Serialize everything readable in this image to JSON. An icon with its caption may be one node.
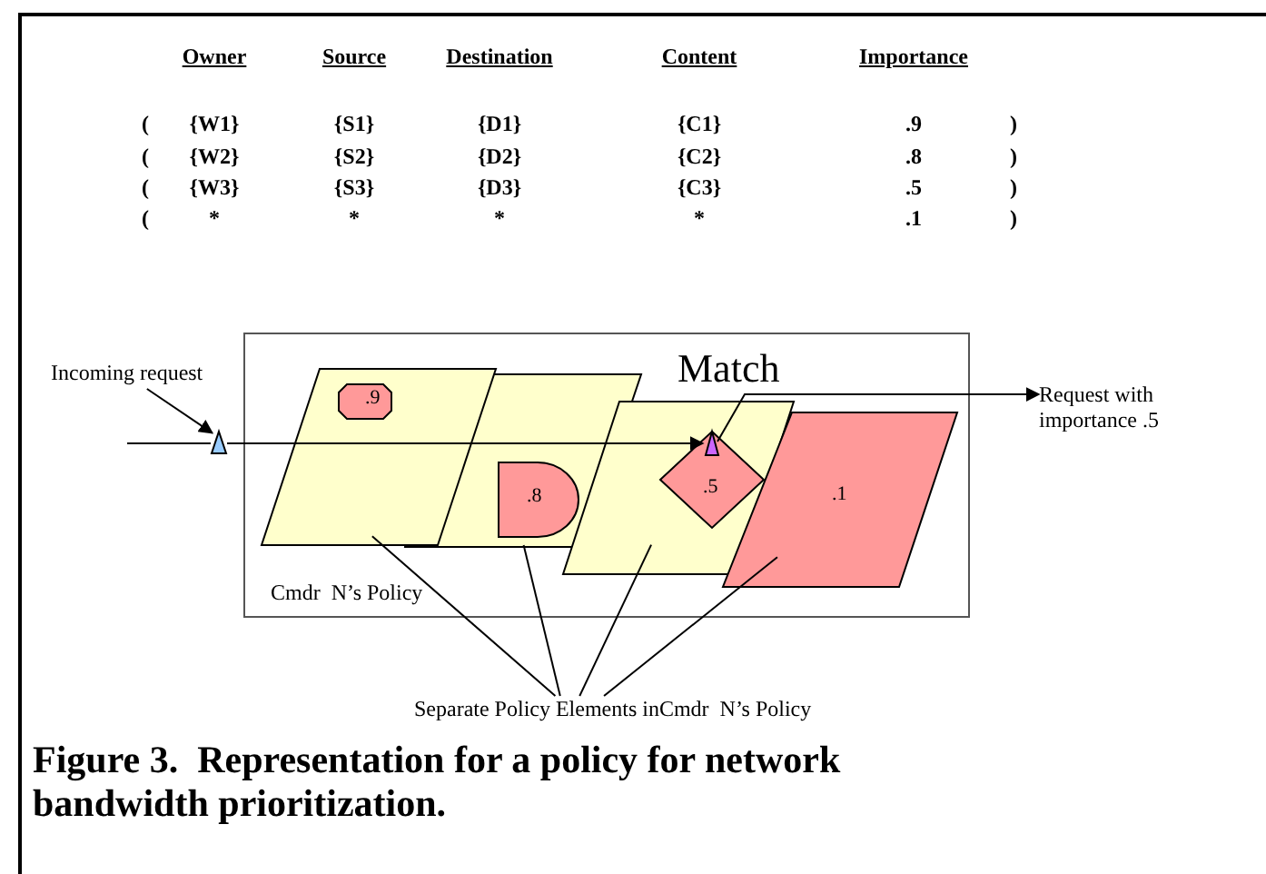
{
  "diagram": {
    "caption": "Figure 3.  Representation for a policy for network bandwidth prioritization.",
    "nodes": [
      {
        "text": [
          "Match",
          "Cmdr  N’s Policy"
        ]
      },
      {
        "text": [],
        "shape": "parallelogram",
        "in": 0
      },
      {
        "text": [
          ".9"
        ],
        "in": 1
      },
      {
        "text": [],
        "shape": "parallelogram",
        "in": 0
      },
      {
        "text": [
          ".8"
        ],
        "in": 3
      },
      {
        "text": [],
        "shape": "parallelogram",
        "in": 0
      },
      {
        "text": [
          ".5"
        ],
        "in": 5
      },
      {
        "text": [
          ".1"
        ],
        "in": 0
      },
      {
        "text": [
          "Incoming request"
        ]
      },
      {
        "text": [],
        "shape": "triangle"
      },
      {
        "text": [
          "Request with importance .5"
        ]
      },
      {
        "text": [
          "Separate Policy Elements inCmdr  N’s Policy"
        ]
      },
      {
        "text": [],
        "shape": "triangle",
        "in": 6
      }
    ],
    "edges": [
      {
        "from": null,
        "to": 9,
        "arrow": "none"
      },
      {
        "from": 9,
        "to": 12,
        "arrow": "to"
      },
      {
        "from": 12,
        "to": 10,
        "arrow": "to"
      },
      {
        "from": 8,
        "to": 9,
        "arrow": "to"
      },
      {
        "from": 11,
        "to": 1,
        "arrow": "none"
      },
      {
        "from": 11,
        "to": 3,
        "arrow": "none"
      },
      {
        "from": 11,
        "to": 5,
        "arrow": "none"
      },
      {
        "from": 11,
        "to": 7,
        "arrow": "none"
      }
    ],
    "labels": [
      "Owner",
      "Source",
      "Destination",
      "Content",
      "Importance",
      "(",
      "{W1}",
      "{S1}",
      "{D1}",
      "{C1}",
      ".9",
      ")",
      "(",
      "{W2}",
      "{S2}",
      "{D2}",
      "{C2}",
      ".8",
      ")",
      "(",
      "{W3}",
      "{S3}",
      "{D3}",
      "{C3}",
      ".5",
      ")",
      "(",
      "*",
      "*",
      "*",
      "*",
      ".1",
      ")"
    ]
  }
}
